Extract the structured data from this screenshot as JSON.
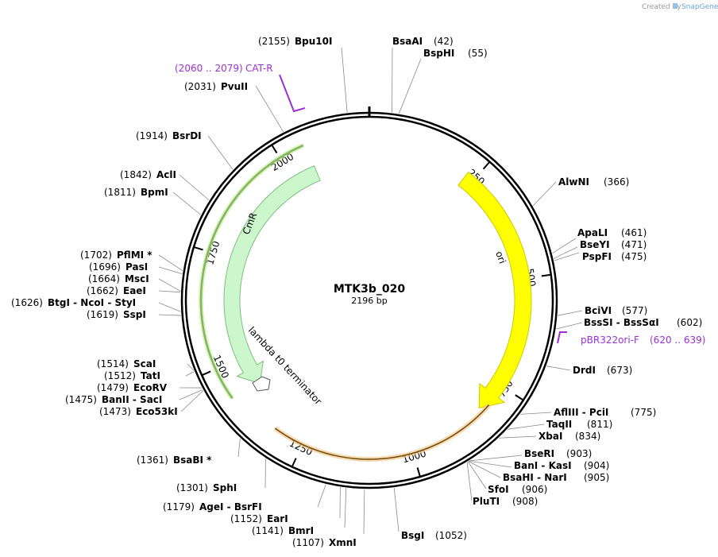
{
  "credit": {
    "prefix": "Created by",
    "brand": "SnapGene"
  },
  "plasmid": {
    "name": "MTK3b_020",
    "length_label": "2196 bp",
    "length": 2196
  },
  "colors": {
    "ori": "#ffff00",
    "cmr": "#ccf7cc",
    "cmr_edge": "#3b7a1a",
    "terminator": "#f0b45a",
    "primer": "#9b30d9"
  },
  "ticks": [
    {
      "value": 250,
      "label": "250"
    },
    {
      "value": 500,
      "label": "500"
    },
    {
      "value": 750,
      "label": "750"
    },
    {
      "value": 1000,
      "label": "1000"
    },
    {
      "value": 1250,
      "label": "1250"
    },
    {
      "value": 1500,
      "label": "1500"
    },
    {
      "value": 1750,
      "label": "1750"
    },
    {
      "value": 2000,
      "label": "2000"
    }
  ],
  "features": [
    {
      "name": "ori",
      "label": "ori",
      "type": "arrow",
      "start": 230,
      "end": 820,
      "direction": "forward"
    },
    {
      "name": "cmr",
      "label": "CmR",
      "type": "arrow",
      "start": 1420,
      "end": 2060,
      "direction": "reverse"
    },
    {
      "name": "terminator",
      "label": "lambda t0 terminator",
      "type": "arc",
      "start": 800,
      "end": 1320
    }
  ],
  "primers": [
    {
      "name": "cat-r",
      "label": "CAT-R",
      "range": "(2060 .. 2079)"
    },
    {
      "name": "pbr322ori-f",
      "label": "pBR322ori-F",
      "range": "(620 .. 639)"
    }
  ],
  "sites": [
    {
      "names": "BsaAI",
      "pos": "(42)"
    },
    {
      "names": "BspHI",
      "pos": "(55)"
    },
    {
      "names": "AlwNI",
      "pos": "(366)"
    },
    {
      "names": "ApaLI",
      "pos": "(461)"
    },
    {
      "names": "BseYI",
      "pos": "(471)"
    },
    {
      "names": "PspFI",
      "pos": "(475)"
    },
    {
      "names": "BciVI",
      "pos": "(577)"
    },
    {
      "names": "BssSI  -  BssSαI",
      "pos": "(602)"
    },
    {
      "names": "DrdI",
      "pos": "(673)"
    },
    {
      "names": "AflIII  -  PciI",
      "pos": "(775)"
    },
    {
      "names": "TaqII",
      "pos": "(811)"
    },
    {
      "names": "XbaI",
      "pos": "(834)"
    },
    {
      "names": "BseRI",
      "pos": "(903)"
    },
    {
      "names": "BanI  -  KasI",
      "pos": "(904)"
    },
    {
      "names": "BsaHI  -  NarI",
      "pos": "(905)"
    },
    {
      "names": "SfoI",
      "pos": "(906)"
    },
    {
      "names": "PluTI",
      "pos": "(908)"
    },
    {
      "names": "BsgI",
      "pos": "(1052)"
    },
    {
      "names": "XmnI",
      "pos": "(1107)"
    },
    {
      "names": "BmrI",
      "pos": "(1141)"
    },
    {
      "names": "EarI",
      "pos": "(1152)"
    },
    {
      "names": "AgeI  -  BsrFI",
      "pos": "(1179)"
    },
    {
      "names": "SphI",
      "pos": "(1301)"
    },
    {
      "names": "BsaBI *",
      "pos": "(1361)"
    },
    {
      "names": "Eco53kI",
      "pos": "(1473)"
    },
    {
      "names": "BanII  -  SacI",
      "pos": "(1475)"
    },
    {
      "names": "EcoRV",
      "pos": "(1479)"
    },
    {
      "names": "TatI",
      "pos": "(1512)"
    },
    {
      "names": "ScaI",
      "pos": "(1514)"
    },
    {
      "names": "SspI",
      "pos": "(1619)"
    },
    {
      "names": "BtgI  -  NcoI  -  StyI",
      "pos": "(1626)"
    },
    {
      "names": "EaeI",
      "pos": "(1662)"
    },
    {
      "names": "MscI",
      "pos": "(1664)"
    },
    {
      "names": "PasI",
      "pos": "(1696)"
    },
    {
      "names": "PflMI *",
      "pos": "(1702)"
    },
    {
      "names": "BpmI",
      "pos": "(1811)"
    },
    {
      "names": "AclI",
      "pos": "(1842)"
    },
    {
      "names": "BsrDI",
      "pos": "(1914)"
    },
    {
      "names": "PvuII",
      "pos": "(2031)"
    },
    {
      "names": "Bpu10I",
      "pos": "(2155)"
    }
  ]
}
